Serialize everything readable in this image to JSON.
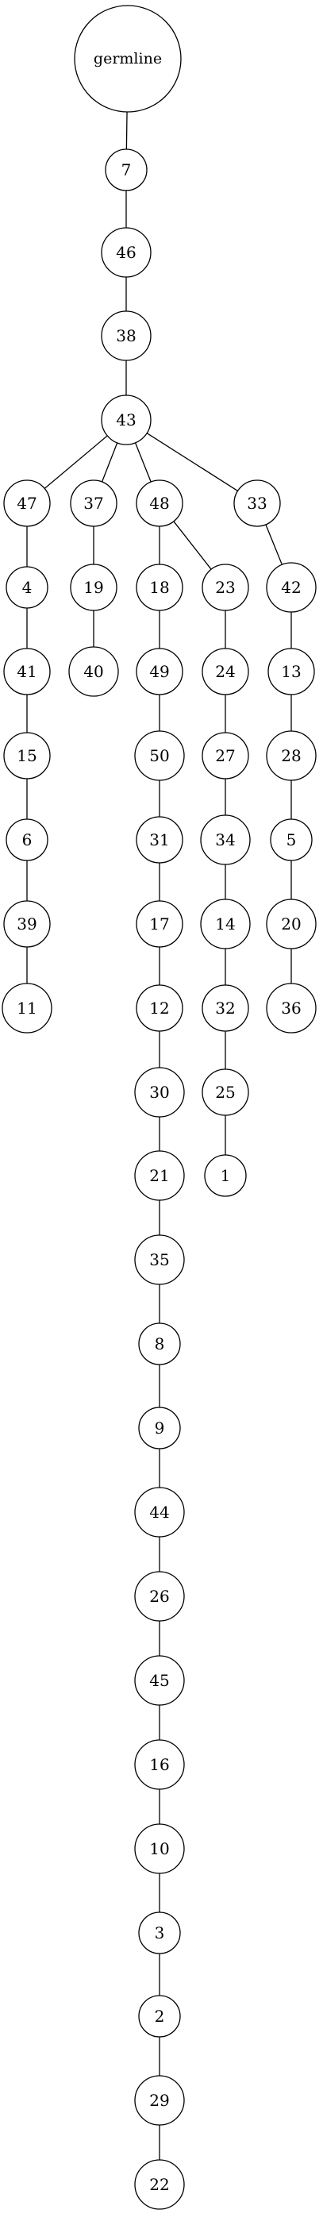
{
  "tree": {
    "root": "germline",
    "nodes": [
      "germline",
      "7",
      "46",
      "38",
      "43",
      "47",
      "37",
      "48",
      "33",
      "4",
      "41",
      "15",
      "6",
      "39",
      "11",
      "19",
      "40",
      "18",
      "49",
      "50",
      "31",
      "17",
      "12",
      "30",
      "21",
      "35",
      "8",
      "9",
      "44",
      "26",
      "45",
      "16",
      "10",
      "3",
      "2",
      "29",
      "22",
      "23",
      "24",
      "27",
      "34",
      "14",
      "32",
      "25",
      "1",
      "42",
      "13",
      "28",
      "5",
      "20",
      "36"
    ],
    "edges": [
      [
        "germline",
        "7"
      ],
      [
        "7",
        "46"
      ],
      [
        "46",
        "38"
      ],
      [
        "38",
        "43"
      ],
      [
        "43",
        "47"
      ],
      [
        "43",
        "37"
      ],
      [
        "43",
        "48"
      ],
      [
        "43",
        "33"
      ],
      [
        "47",
        "4"
      ],
      [
        "4",
        "41"
      ],
      [
        "41",
        "15"
      ],
      [
        "15",
        "6"
      ],
      [
        "6",
        "39"
      ],
      [
        "39",
        "11"
      ],
      [
        "37",
        "19"
      ],
      [
        "19",
        "40"
      ],
      [
        "48",
        "18"
      ],
      [
        "18",
        "49"
      ],
      [
        "49",
        "50"
      ],
      [
        "50",
        "31"
      ],
      [
        "31",
        "17"
      ],
      [
        "17",
        "12"
      ],
      [
        "12",
        "30"
      ],
      [
        "30",
        "21"
      ],
      [
        "21",
        "35"
      ],
      [
        "35",
        "8"
      ],
      [
        "8",
        "9"
      ],
      [
        "9",
        "44"
      ],
      [
        "44",
        "26"
      ],
      [
        "26",
        "45"
      ],
      [
        "45",
        "16"
      ],
      [
        "16",
        "10"
      ],
      [
        "10",
        "3"
      ],
      [
        "3",
        "2"
      ],
      [
        "2",
        "29"
      ],
      [
        "29",
        "22"
      ],
      [
        "48",
        "23"
      ],
      [
        "23",
        "24"
      ],
      [
        "24",
        "27"
      ],
      [
        "27",
        "34"
      ],
      [
        "34",
        "14"
      ],
      [
        "14",
        "32"
      ],
      [
        "32",
        "25"
      ],
      [
        "25",
        "1"
      ],
      [
        "33",
        "42"
      ],
      [
        "42",
        "13"
      ],
      [
        "13",
        "28"
      ],
      [
        "28",
        "5"
      ],
      [
        "5",
        "20"
      ],
      [
        "20",
        "36"
      ]
    ]
  }
}
